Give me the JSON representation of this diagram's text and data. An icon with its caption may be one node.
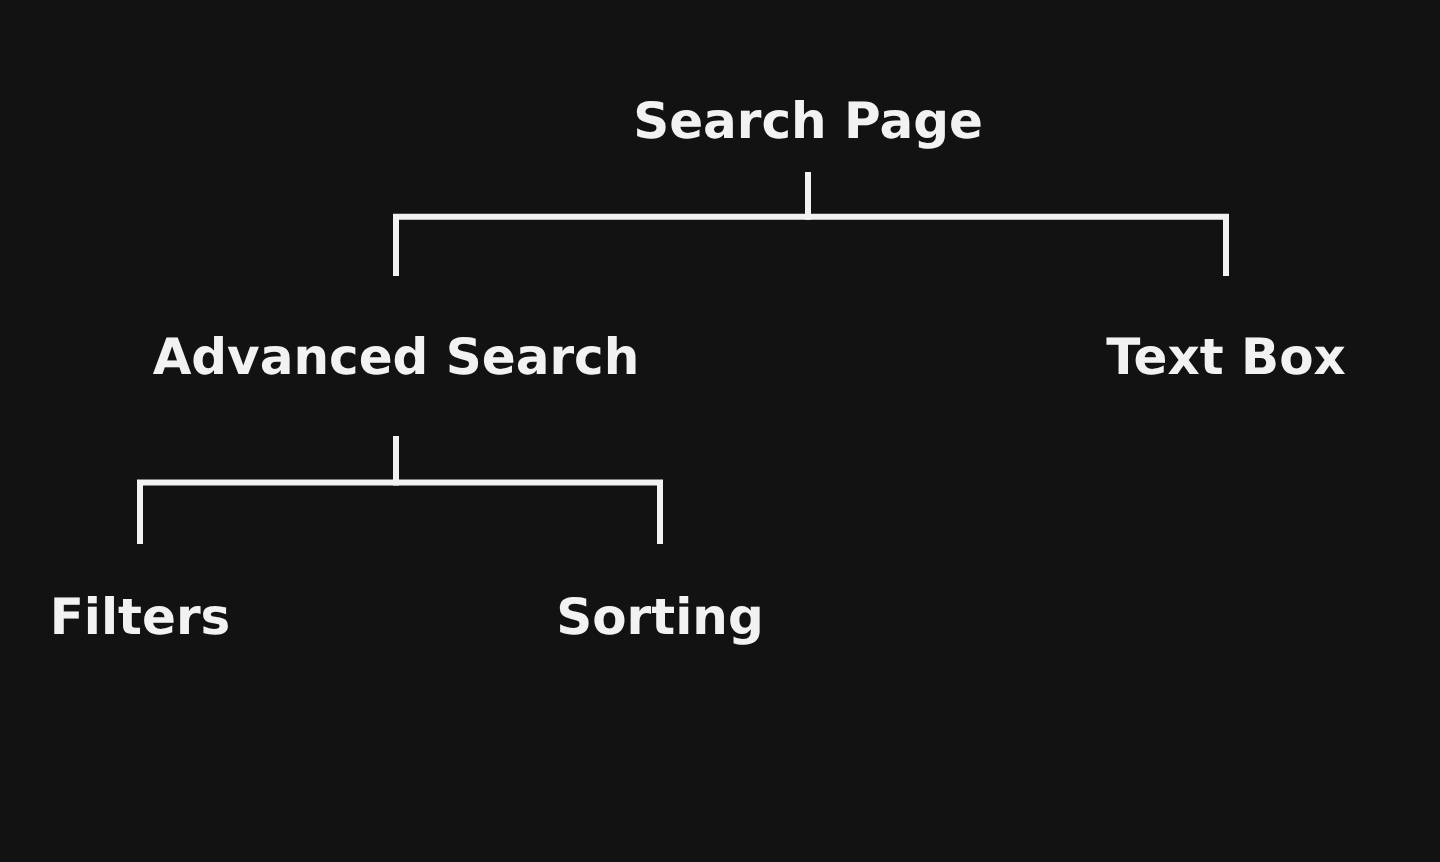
{
  "diagram": {
    "nodes": [
      {
        "text": [
          "Search Page"
        ]
      },
      {
        "text": [
          "Advanced Search"
        ]
      },
      {
        "text": [
          "Text Box"
        ]
      },
      {
        "text": [
          "Filters"
        ]
      },
      {
        "text": [
          "Sorting"
        ]
      }
    ],
    "edges": [
      {
        "from": 0,
        "to": 1,
        "arrow": "none"
      },
      {
        "from": 0,
        "to": 2,
        "arrow": "none"
      },
      {
        "from": 1,
        "to": 3,
        "arrow": "none"
      },
      {
        "from": 1,
        "to": 4,
        "arrow": "none"
      }
    ]
  }
}
